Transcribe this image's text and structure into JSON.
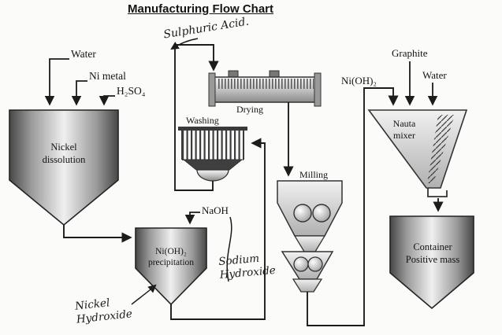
{
  "title": "Manufacturing Flow Chart",
  "handwritten": {
    "sulphuric_acid": "Sulphuric Acid.",
    "sodium_line1": "Sodium",
    "sodium_line2": "Hydroxide",
    "nickel_line1": "Nickel",
    "nickel_line2": "Hydroxide"
  },
  "feeds": {
    "water_left": "Water",
    "ni_metal": "Ni metal",
    "h2so4": "H₂SO₄",
    "naoh": "NaOH",
    "nioh2": "Ni(OH)₂",
    "graphite": "Graphite",
    "water_right": "Water"
  },
  "units": {
    "dissolution_line1": "Nickel",
    "dissolution_line2": "dissolution",
    "washing": "Washing",
    "drying": "Drying",
    "milling": "Milling",
    "precipitation_line1": "Ni(OH)₂",
    "precipitation_line2": "precipitation",
    "mixer_line1": "Nauta",
    "mixer_line2": "mixer",
    "container_line1": "Container",
    "container_line2": "Positive mass"
  },
  "colors": {
    "ink": "#1c1c1c",
    "paper": "#fbfbf9",
    "metal_dark": "#474747",
    "metal_light": "#efefef"
  }
}
